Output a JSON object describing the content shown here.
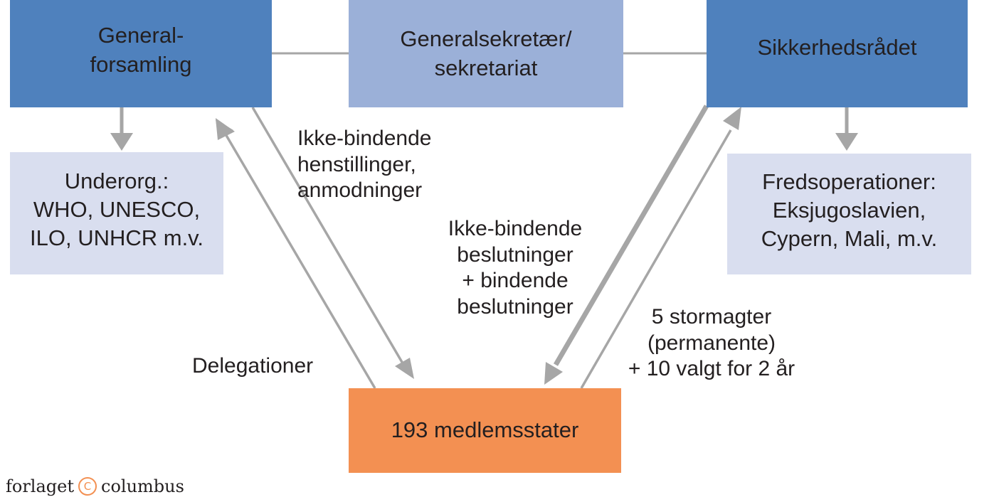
{
  "boxes": {
    "general_assembly": "General-\nforsamling",
    "secretariat": "Generalsekretær/\nsekretariat",
    "security_council": "Sikkerhedsrådet",
    "sub_orgs": "Underorg.:\nWHO, UNESCO,\nILO, UNHCR m.v.",
    "peace_ops": "Fredsoperationer:\nEksjugoslavien,\nCypern, Mali, m.v.",
    "member_states": "193 medlemsstater"
  },
  "labels": {
    "ga_to_states": "Ikke-bindende\nhenstillinger,\nanmodninger",
    "sc_to_states": "Ikke-bindende\nbeslutninger\n+ bindende\nbeslutninger",
    "states_to_ga": "Delegationer",
    "states_to_sc": "5 stormagter\n(permanente)\n+ 10 valgt for 2 år"
  },
  "logo": {
    "left_text": "forlaget",
    "mark": "C",
    "right_text": "columbus"
  },
  "colors": {
    "main_box": "#4f81bd",
    "secretariat_box": "#9bb0d8",
    "sub_box": "#d9deef",
    "member_box": "#f39052",
    "connector": "#a6a6a6"
  }
}
